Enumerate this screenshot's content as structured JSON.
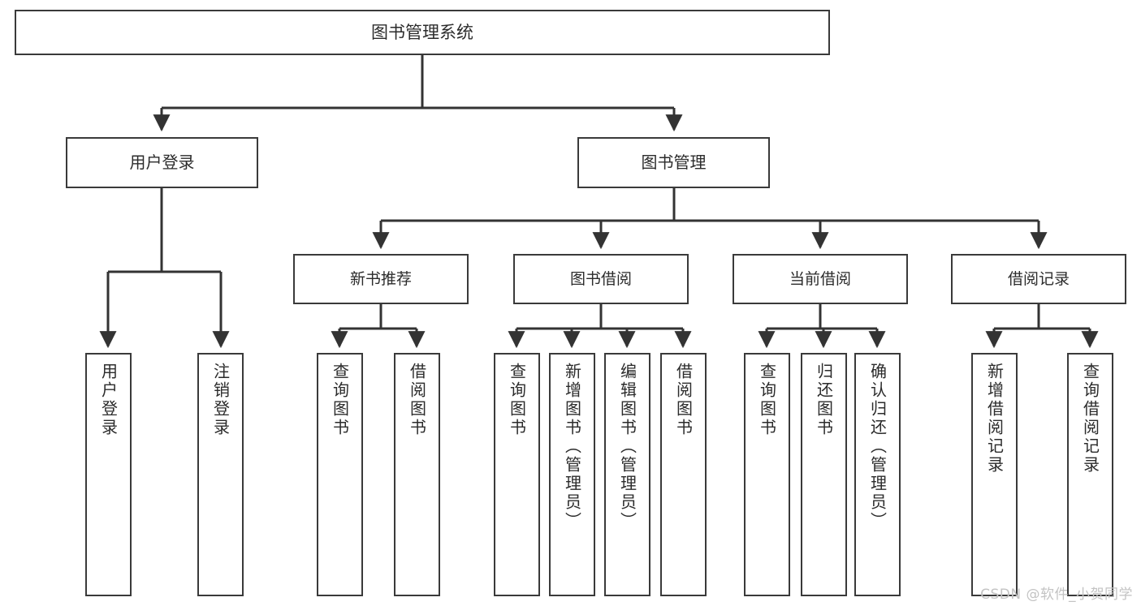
{
  "diagram": {
    "title": "图书管理系统",
    "type": "hierarchy-tree",
    "watermark": "CSDN @软件_小贺同学",
    "colors": {
      "box_border": "#3a3a3a",
      "box_fill": "#ffffff",
      "connector": "#333333",
      "text": "#2b2b2b",
      "watermark": "#c3c3c3",
      "background": "#ffffff"
    },
    "root": {
      "label": "图书管理系统"
    },
    "level2": [
      {
        "label": "用户登录"
      },
      {
        "label": "图书管理"
      }
    ],
    "level3": [
      {
        "label": "新书推荐"
      },
      {
        "label": "图书借阅"
      },
      {
        "label": "当前借阅"
      },
      {
        "label": "借阅记录"
      }
    ],
    "leaves": {
      "user_login": [
        {
          "label": "用户登录"
        },
        {
          "label": "注销登录"
        }
      ],
      "new_book_recommend": [
        {
          "label": "查询图书"
        },
        {
          "label": "借阅图书"
        }
      ],
      "book_borrow": [
        {
          "label": "查询图书"
        },
        {
          "label": "新增图书（管理员）"
        },
        {
          "label": "编辑图书（管理员）"
        },
        {
          "label": "借阅图书"
        }
      ],
      "current_borrow": [
        {
          "label": "查询图书"
        },
        {
          "label": "归还图书"
        },
        {
          "label": "确认归还（管理员）"
        }
      ],
      "borrow_record": [
        {
          "label": "新增借阅记录"
        },
        {
          "label": "查询借阅记录"
        }
      ]
    }
  }
}
